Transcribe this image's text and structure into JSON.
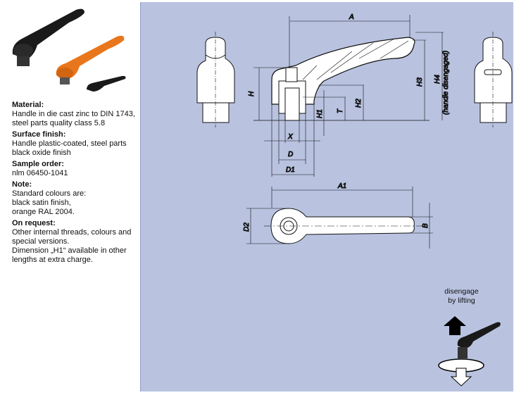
{
  "spec": [
    {
      "heading": "Material:",
      "lines": [
        "Handle in die cast zinc to DIN 1743,",
        "steel parts quality class 5.8"
      ]
    },
    {
      "heading": "Surface finish:",
      "lines": [
        "Handle plastic-coated, steel parts",
        "black oxide finish"
      ]
    },
    {
      "heading": "Sample order:",
      "lines": [
        "nlm 06450-1041"
      ]
    },
    {
      "heading": "Note:",
      "lines": [
        "Standard colours are:",
        "black satin finish,",
        "orange RAL 2004."
      ]
    },
    {
      "heading": "On request:",
      "lines": [
        "Other internal threads, colours and",
        "special versions.",
        "Dimension „H1“ available in other",
        "lengths at extra charge."
      ]
    }
  ],
  "drawing": {
    "labels": {
      "A": "A",
      "H": "H",
      "H1": "H1",
      "H2": "H2",
      "H3": "H3",
      "H4": "H4",
      "T": "T",
      "X": "X",
      "D": "D",
      "D1": "D1",
      "A1": "A1",
      "D2": "D2",
      "B": "B",
      "handle": "(handle disengaged)"
    }
  },
  "hint": {
    "line1": "disengage",
    "line2": "by lifting"
  },
  "colors": {
    "panel": "#b9c3e0",
    "orange": "#e8761c"
  }
}
